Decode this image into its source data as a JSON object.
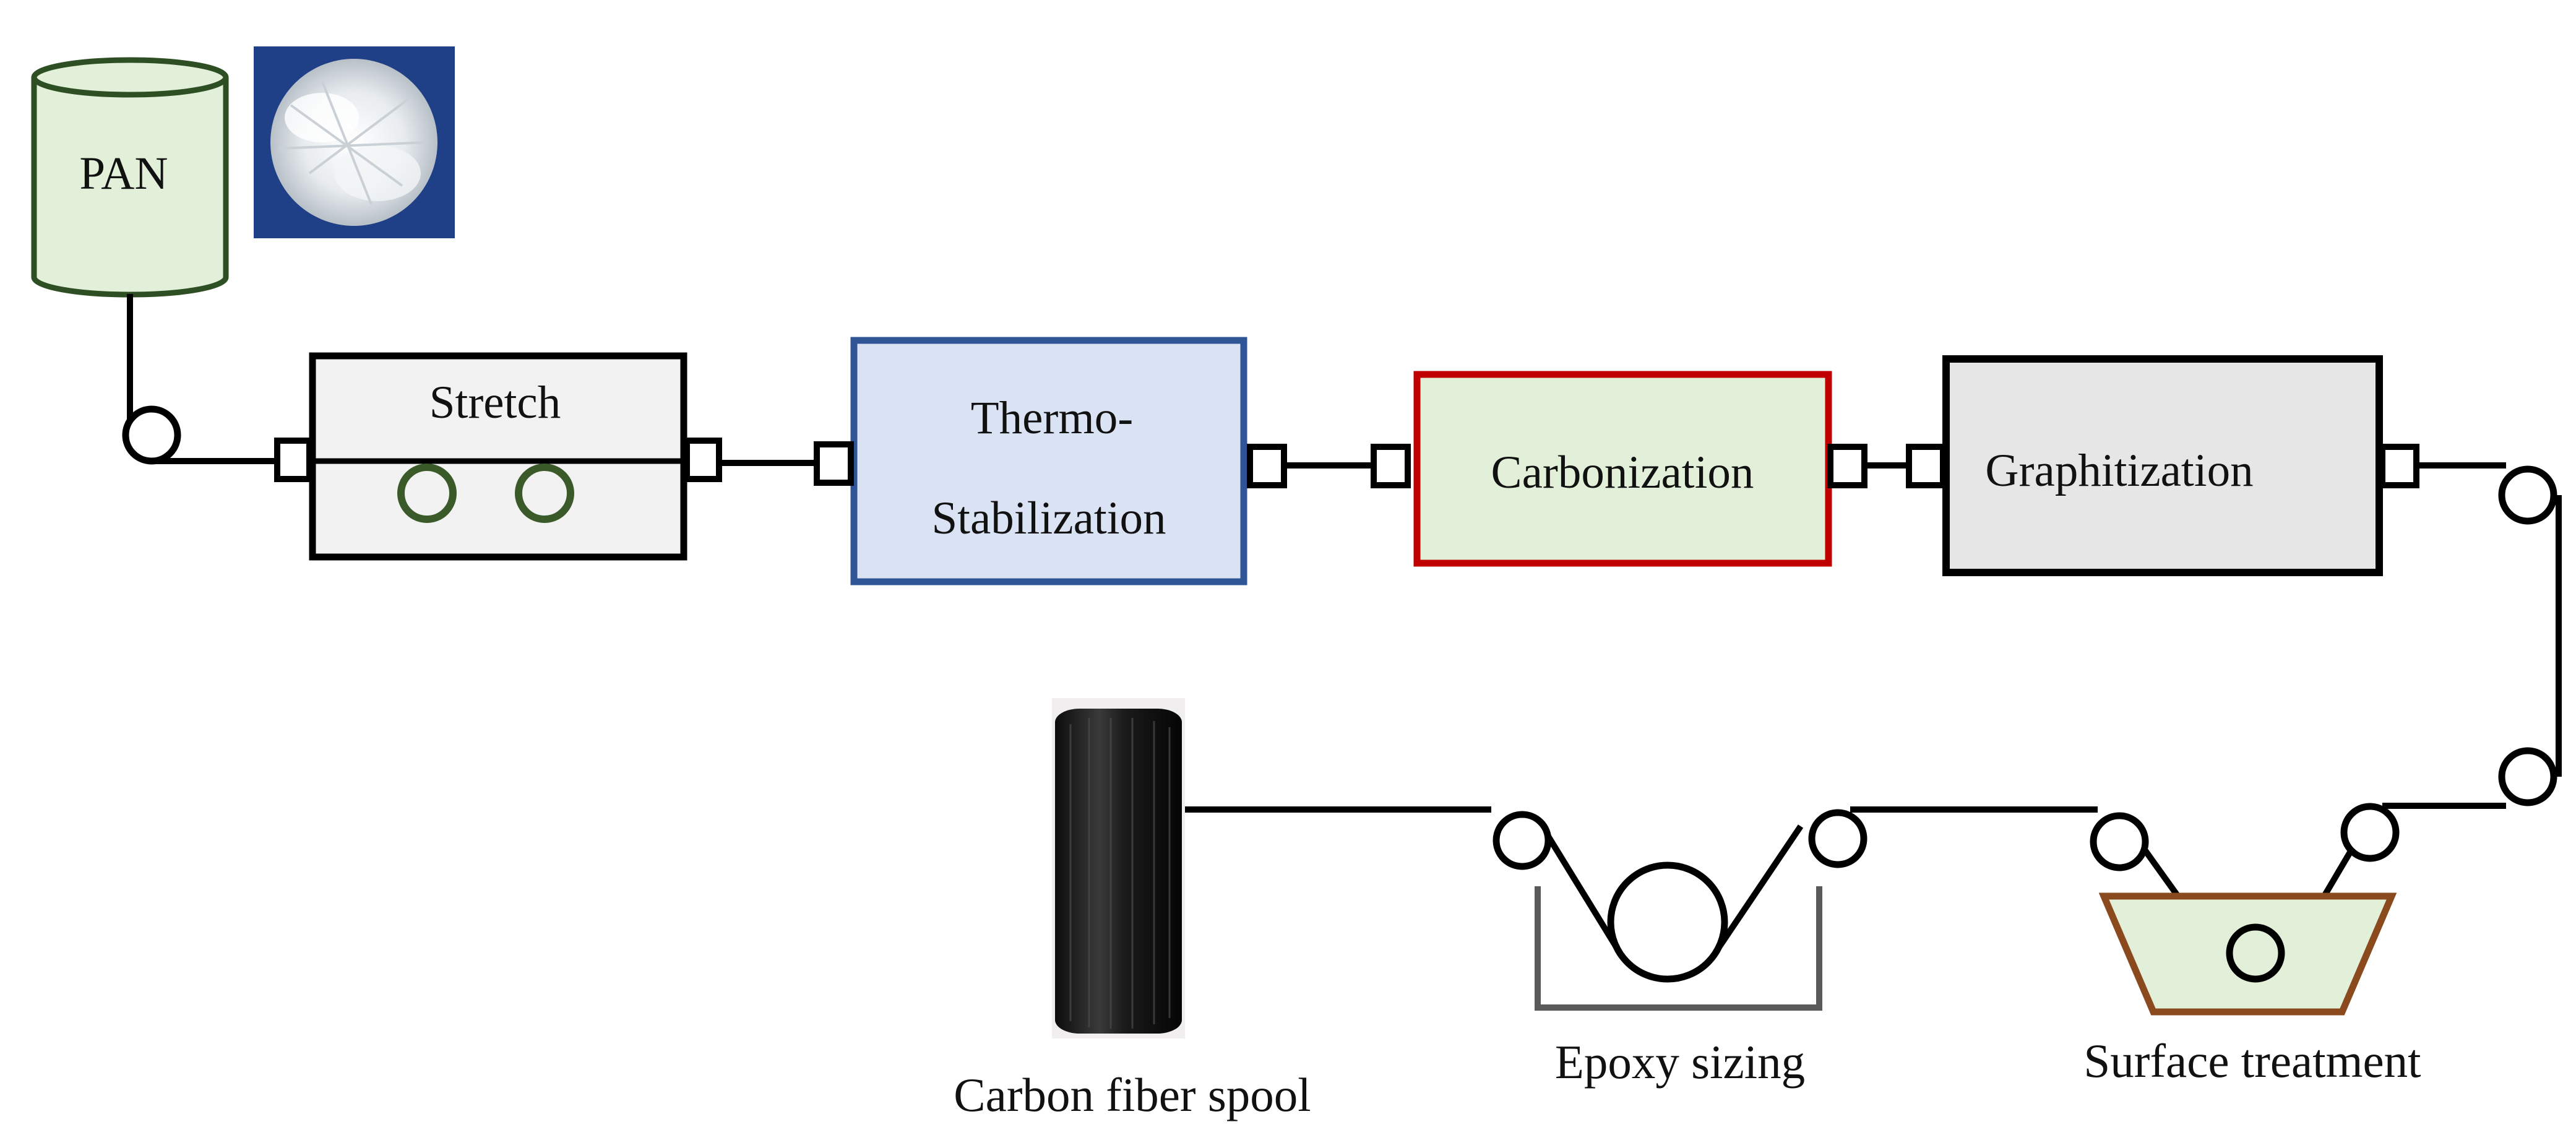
{
  "labels": {
    "pan": "PAN",
    "stretch": "Stretch",
    "thermo_line1": "Thermo-",
    "thermo_line2": "Stabilization",
    "carbonization": "Carbonization",
    "graphitization": "Graphitization",
    "spool": "Carbon fiber spool",
    "epoxy": "Epoxy sizing",
    "surface": "Surface treatment"
  },
  "colors": {
    "line": "#000000",
    "pan_fill": "#e2f0d9",
    "pan_stroke": "#2e4f23",
    "stretch_fill": "#f2f2f2",
    "stretch_roller": "#3b5a2a",
    "thermo_fill": "#dae3f3",
    "thermo_stroke": "#2f5597",
    "carbon_fill": "#e2f0d9",
    "carbon_stroke": "#c00000",
    "graph_fill": "#e7e6e6",
    "epoxy_tank": "#595959",
    "surface_tank_stroke": "#8b4a1e",
    "surface_tank_fill": "#e2f0d9",
    "spool_fiber": "#1e1e1e",
    "pan_fiber_bg": "#1f3f86"
  },
  "icons": {
    "pan_fibers_photo": "pan-fiber-bundle-photo",
    "spool_photo": "carbon-fiber-spool-photo"
  }
}
